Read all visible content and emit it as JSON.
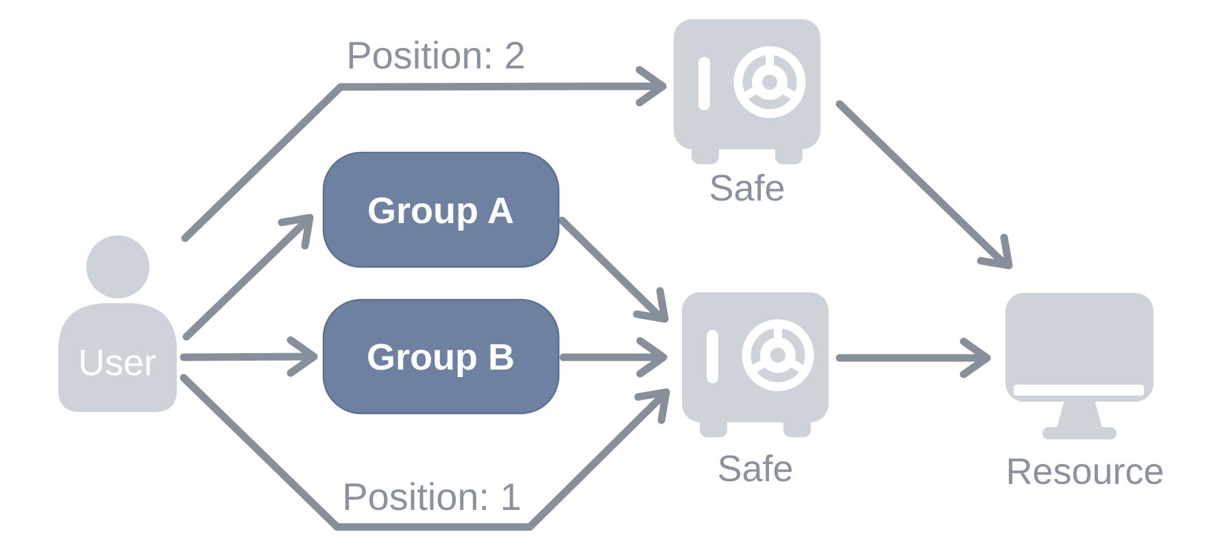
{
  "diagram": {
    "colors": {
      "icon_gray": "#ced3da",
      "arrow_gray": "#878f9a",
      "label_gray": "#8b929e",
      "group_fill": "#6e81a0",
      "group_border": "#5d7090",
      "white_text": "#ffffff"
    },
    "nodes": {
      "user": {
        "label": "User",
        "icon": "person-icon"
      },
      "group_a": {
        "label": "Group A"
      },
      "group_b": {
        "label": "Group B"
      },
      "safe_top": {
        "label": "Safe",
        "icon": "safe-icon"
      },
      "safe_bottom": {
        "label": "Safe",
        "icon": "safe-icon"
      },
      "resource": {
        "label": "Resource",
        "icon": "monitor-icon"
      }
    },
    "edges": [
      {
        "from": "user",
        "to": "safe_top",
        "label": "Position: 2"
      },
      {
        "from": "user",
        "to": "group_a",
        "label": ""
      },
      {
        "from": "user",
        "to": "group_b",
        "label": ""
      },
      {
        "from": "user",
        "to": "safe_bottom",
        "label": "Position: 1"
      },
      {
        "from": "group_a",
        "to": "safe_bottom",
        "label": ""
      },
      {
        "from": "group_b",
        "to": "safe_bottom",
        "label": ""
      },
      {
        "from": "safe_top",
        "to": "resource",
        "label": ""
      },
      {
        "from": "safe_bottom",
        "to": "resource",
        "label": ""
      }
    ]
  }
}
